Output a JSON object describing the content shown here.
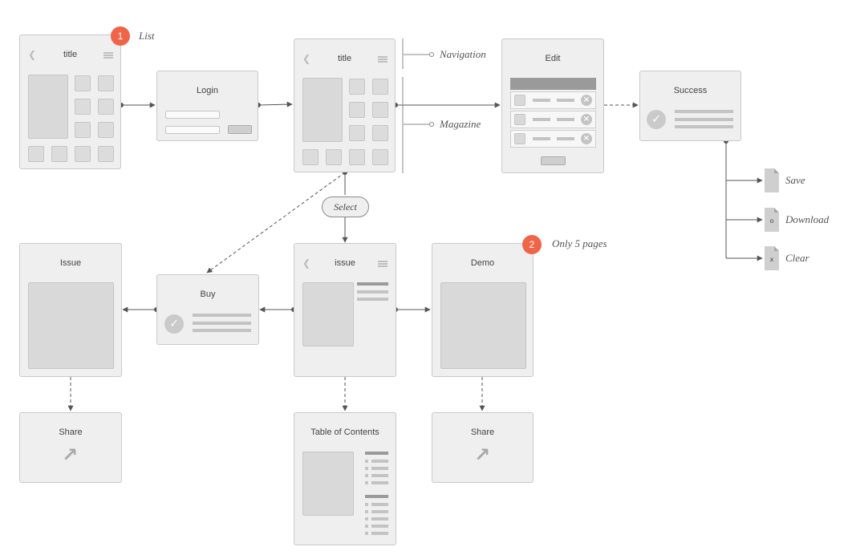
{
  "screens": {
    "list": {
      "title": "title"
    },
    "login": {
      "title": "Login"
    },
    "nav": {
      "title": "title"
    },
    "edit": {
      "title": "Edit"
    },
    "success": {
      "title": "Success"
    },
    "issue_left": {
      "title": "Issue"
    },
    "buy": {
      "title": "Buy"
    },
    "issue_mid": {
      "title": "issue"
    },
    "demo": {
      "title": "Demo"
    },
    "share_left": {
      "title": "Share"
    },
    "toc": {
      "title": "Table of Contents"
    },
    "share_right": {
      "title": "Share"
    }
  },
  "annotations": {
    "badge1": "1",
    "badge1_label": "List",
    "badge2": "2",
    "badge2_label": "Only 5 pages",
    "navigation": "Navigation",
    "magazine": "Magazine",
    "select": "Select"
  },
  "actions": {
    "save": "Save",
    "download": "Download",
    "download_mark": "o",
    "clear": "Clear",
    "clear_mark": "x"
  },
  "icons": {
    "back": "chevron-left-icon",
    "menu": "hamburger-icon",
    "check": "check-circle-icon",
    "remove": "x-circle-icon",
    "share": "share-arrow-icon",
    "file": "file-icon"
  },
  "colors": {
    "badge": "#f06449",
    "screen_fill": "#efefef",
    "screen_border": "#c9c9c9",
    "connector": "#555555"
  }
}
